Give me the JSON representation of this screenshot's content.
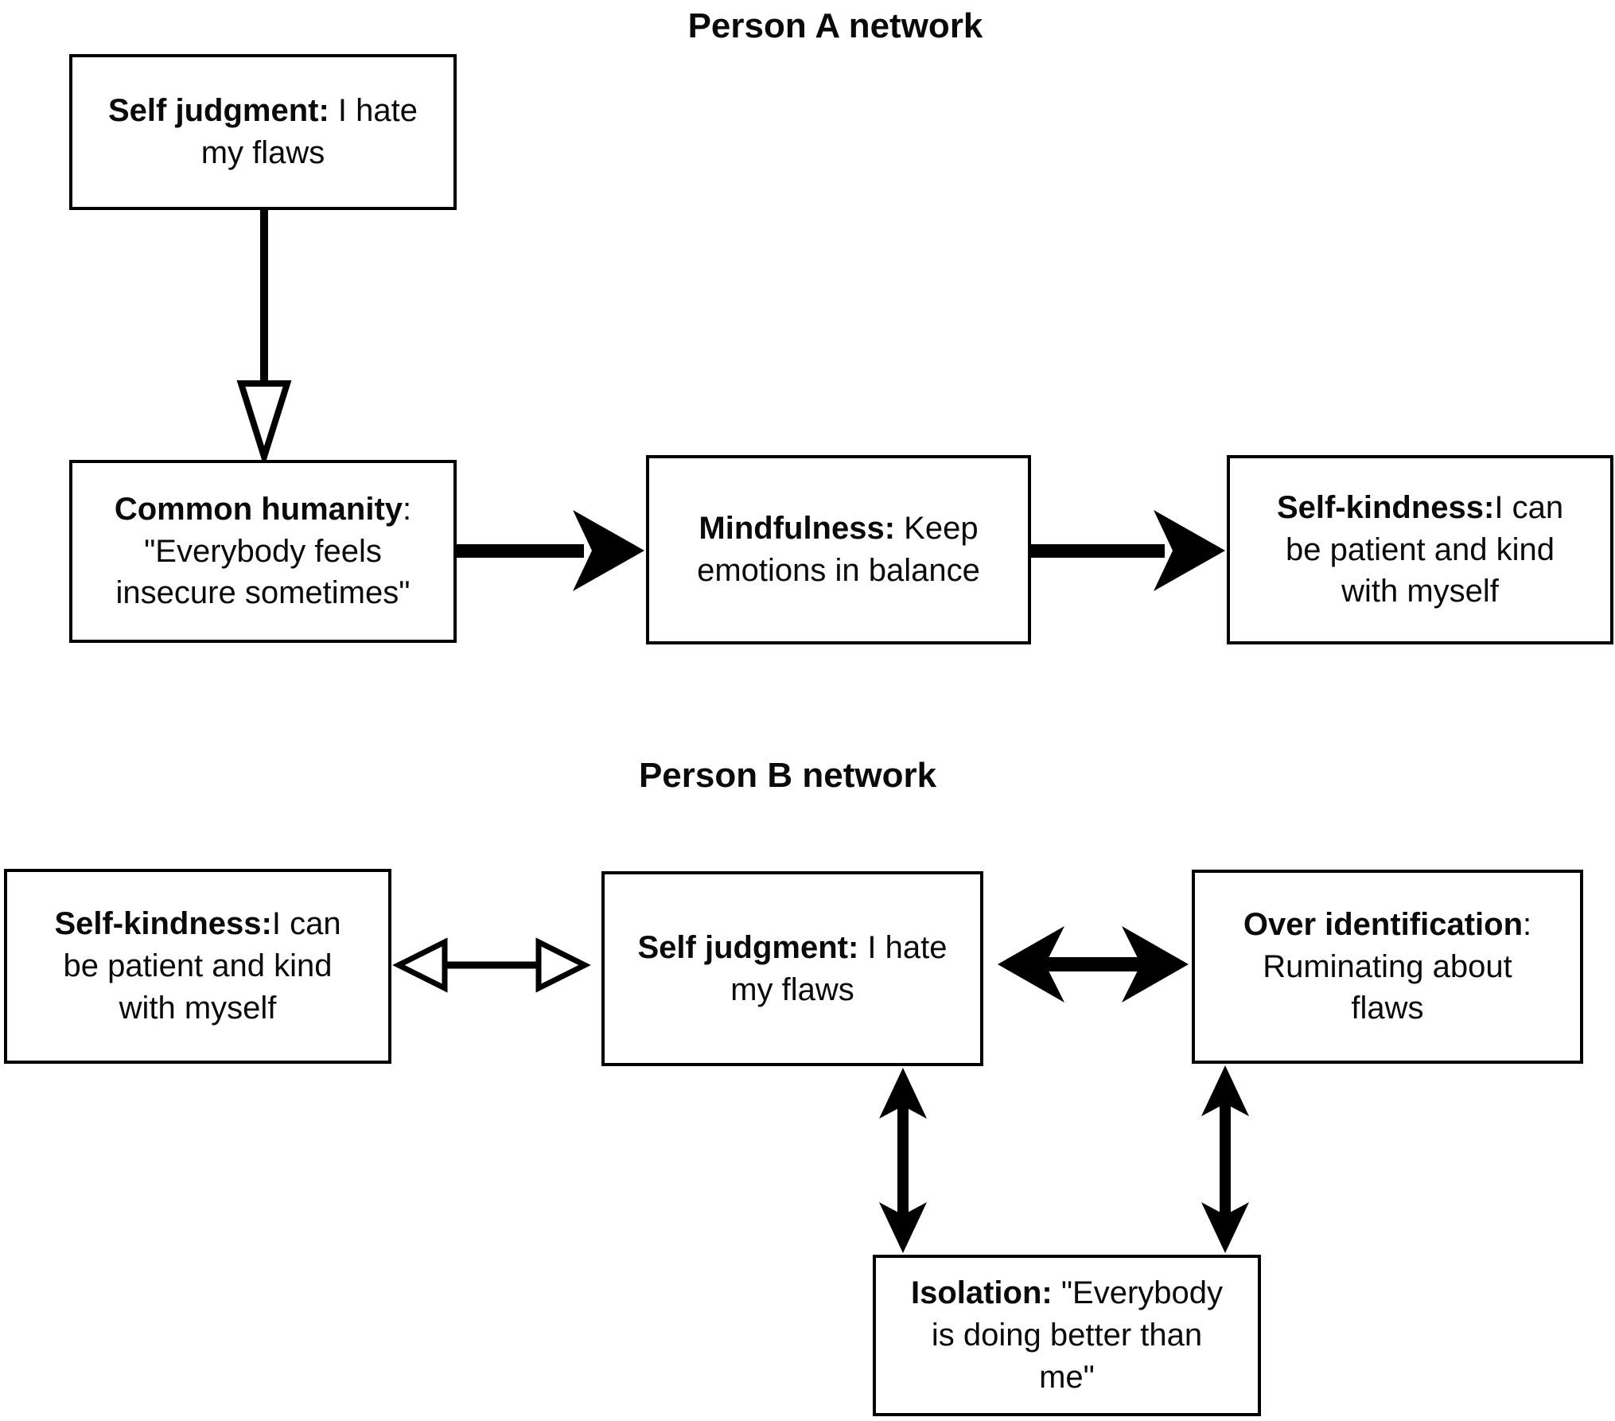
{
  "titles": {
    "network_a": "Person A network",
    "network_b": "Person B network"
  },
  "boxes": {
    "a_self_judgment": {
      "label": "Self judgment:",
      "text": " I hate my flaws"
    },
    "a_common_humanity": {
      "label": "Common humanity",
      "text": ": \"Everybody feels insecure sometimes\""
    },
    "a_mindfulness": {
      "label": "Mindfulness:",
      "text": " Keep emotions in balance"
    },
    "a_self_kindness": {
      "label": "Self-kindness:",
      "text": "I can be patient and kind with myself"
    },
    "b_self_kindness": {
      "label": "Self-kindness:",
      "text": "I can be patient and kind with myself"
    },
    "b_self_judgment": {
      "label": "Self judgment:",
      "text": " I hate my flaws"
    },
    "b_over_identification": {
      "label": "Over identification",
      "text": ": Ruminating about flaws"
    },
    "b_isolation": {
      "label": "Isolation:",
      "text": " \"Everybody is doing better than me\""
    }
  },
  "colors": {
    "line": "#000000",
    "background": "#ffffff"
  }
}
